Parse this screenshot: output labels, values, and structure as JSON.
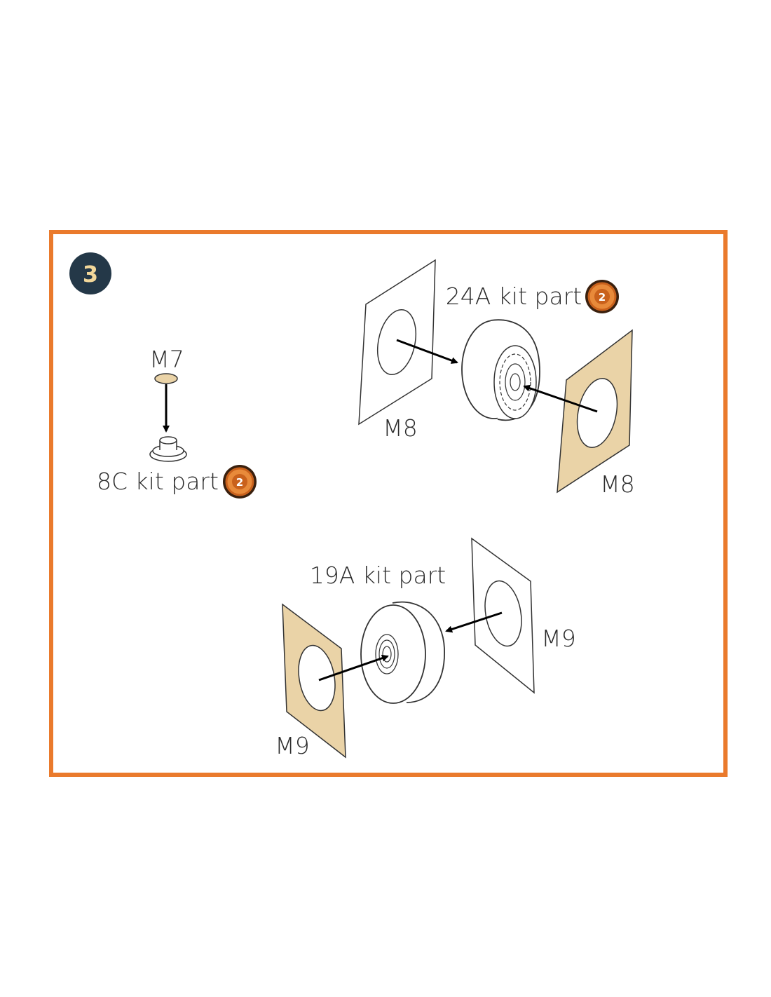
{
  "step": {
    "number": "3",
    "badge_color": "#243848",
    "number_color": "#f2d79a"
  },
  "frame_color": "#ea7a2c",
  "labels": {
    "m7": "M7",
    "part_8c": "8C kit part",
    "part_24a": "24A kit part",
    "m8_left": "M8",
    "m8_right": "M8",
    "part_19a": "19A kit part",
    "m9_right": "M9",
    "m9_left": "M9"
  },
  "kit_icon": {
    "digit": "2",
    "ring_color": "#c9611c",
    "fill_color": "#e88a3a"
  },
  "mask_colors": {
    "tan": "#ead3a7",
    "white": "#ffffff",
    "m7_disc": "#ead3a7"
  }
}
